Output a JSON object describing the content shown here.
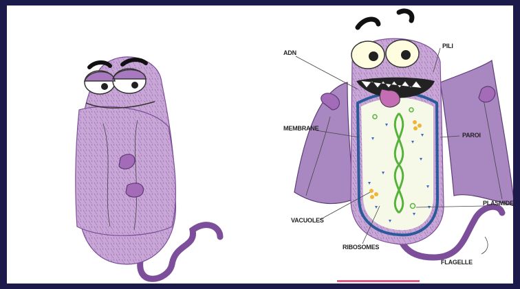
{
  "diagram": {
    "labels": {
      "adn": "ADN",
      "pili": "PILI",
      "membrane": "MEMBRANE",
      "paroi": "PAROI",
      "plasmide": "PLASMIDE",
      "vacuoles": "VACUOLES",
      "ribosomes": "RIBOSOMES",
      "flagelle": "FLAGELLE"
    },
    "colors": {
      "body": "#c8a6d6",
      "body_dark": "#9b72b4",
      "cape": "#a988c2",
      "flagellum": "#7d4e9a",
      "cytoplasm": "#f7f9e8",
      "dna": "#55b33a",
      "ribosome": "#3a6fc0",
      "vacuole": "#f0b43a",
      "tongue": "#c46db5",
      "frame": "#1b1a4a"
    }
  }
}
